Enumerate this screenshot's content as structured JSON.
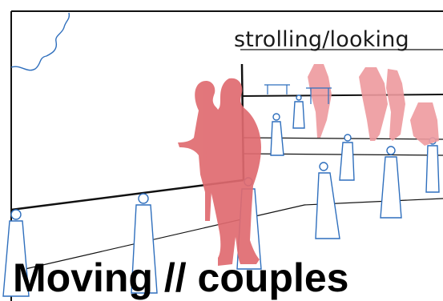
{
  "sketch": {
    "caption": "strolling/looking"
  },
  "slide": {
    "title": "Moving // couples"
  },
  "colors": {
    "figures": "#e06b70",
    "figures_light": "#ee9a9e",
    "pedestals": "#2f6fbd",
    "lines": "#111111",
    "background": "#ffffff"
  },
  "icons": {
    "figure": "person-silhouette",
    "pedestal": "pedestal-sculpture",
    "wall": "room-perspective-lines",
    "foliage": "tree-outline"
  }
}
